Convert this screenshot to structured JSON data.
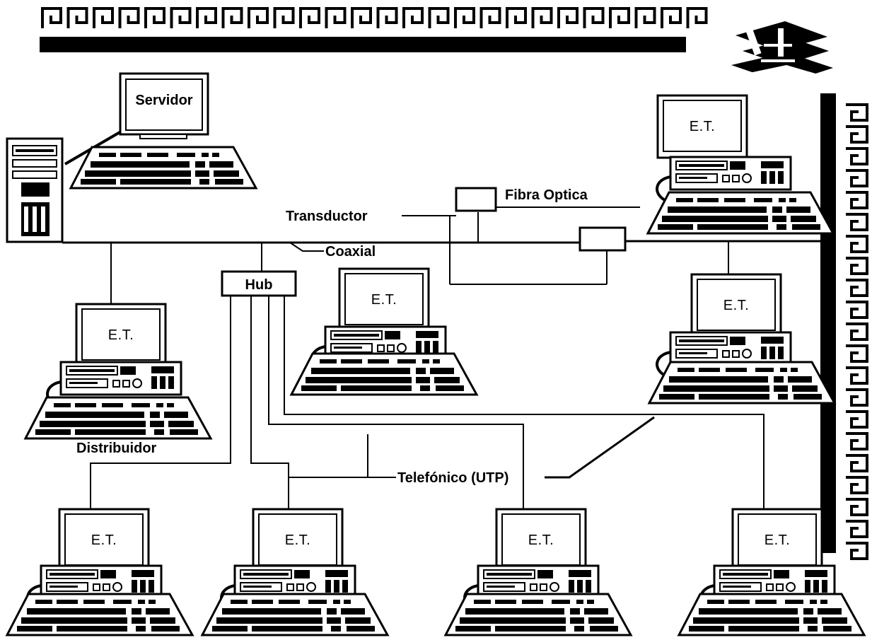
{
  "diagram": {
    "labels": {
      "servidor": "Servidor",
      "transductor": "Transductor",
      "fibra": "Fibra Optica",
      "coaxial": "Coaxial",
      "hub": "Hub",
      "distribuidor": "Distribuidor",
      "telefonico": "Telefónico (UTP)"
    },
    "workstation_label": "E.T.",
    "colors": {
      "ink": "#000000",
      "paper": "#ffffff"
    }
  }
}
